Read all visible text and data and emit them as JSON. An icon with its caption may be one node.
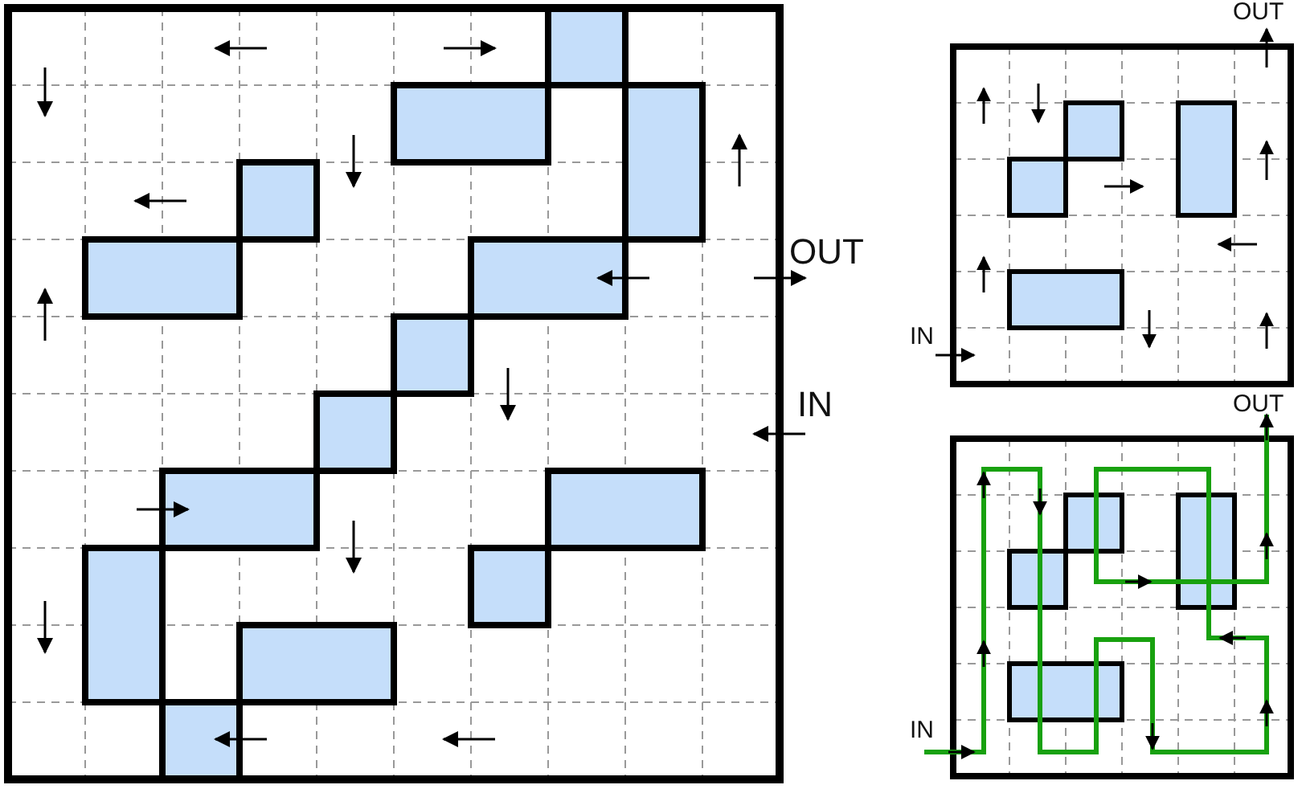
{
  "diagram": {
    "labels": [
      "OUT",
      "IN",
      "OUT",
      "IN",
      "OUT",
      "IN"
    ]
  }
}
